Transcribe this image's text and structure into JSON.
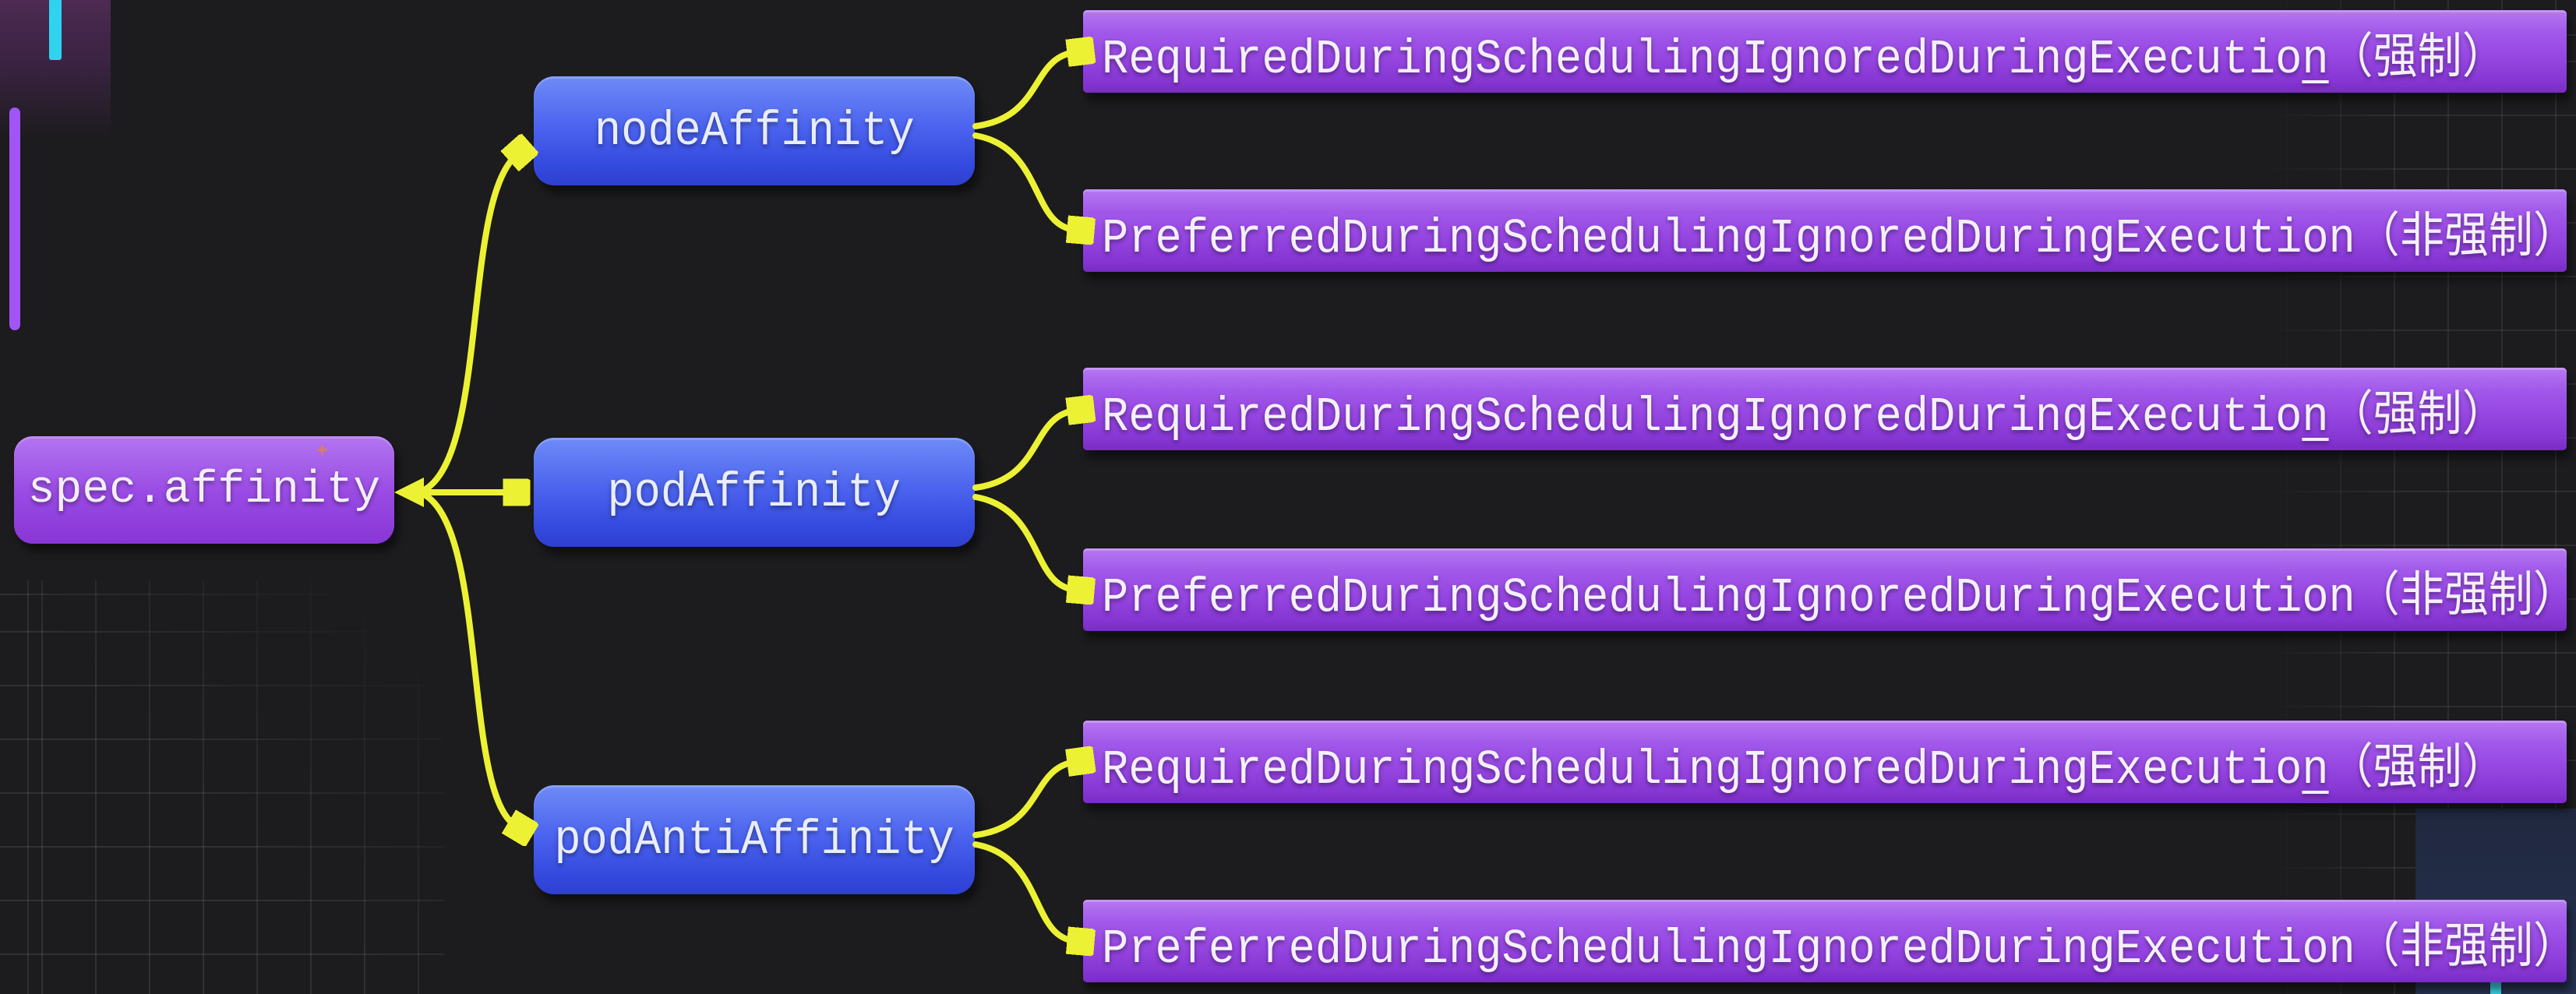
{
  "palette": {
    "background": "#1c1b1d",
    "arrow_yellow": "#ecf233",
    "root_purple": "#9a4be4",
    "branch_blue": "#4a62ee",
    "leaf_purple": "#9747e2",
    "text_light": "#f3eefb",
    "deco_cyan": "#2fd3ef",
    "deco_purple": "#a155f4",
    "panel_navy": "#243150"
  },
  "diagram": {
    "root": {
      "label": "spec.affinity"
    },
    "branches": [
      {
        "label": "nodeAffinity",
        "leaves": [
          {
            "main": "RequiredDuringSchedulingIgnoredDuringExecutio",
            "underlined": "n",
            "suffix": "（强制）"
          },
          {
            "main": "PreferredDuringSchedulingIgnoredDuringExecution",
            "underlined": "",
            "suffix": "（非强制）"
          }
        ]
      },
      {
        "label": "podAffinity",
        "leaves": [
          {
            "main": "RequiredDuringSchedulingIgnoredDuringExecutio",
            "underlined": "n",
            "suffix": "（强制）"
          },
          {
            "main": "PreferredDuringSchedulingIgnoredDuringExecution",
            "underlined": "",
            "suffix": "（非强制）"
          }
        ]
      },
      {
        "label": "podAntiAffinity",
        "leaves": [
          {
            "main": "RequiredDuringSchedulingIgnoredDuringExecutio",
            "underlined": "n",
            "suffix": "（强制）"
          },
          {
            "main": "PreferredDuringSchedulingIgnoredDuringExecution",
            "underlined": "",
            "suffix": "（非强制）"
          }
        ]
      }
    ]
  }
}
